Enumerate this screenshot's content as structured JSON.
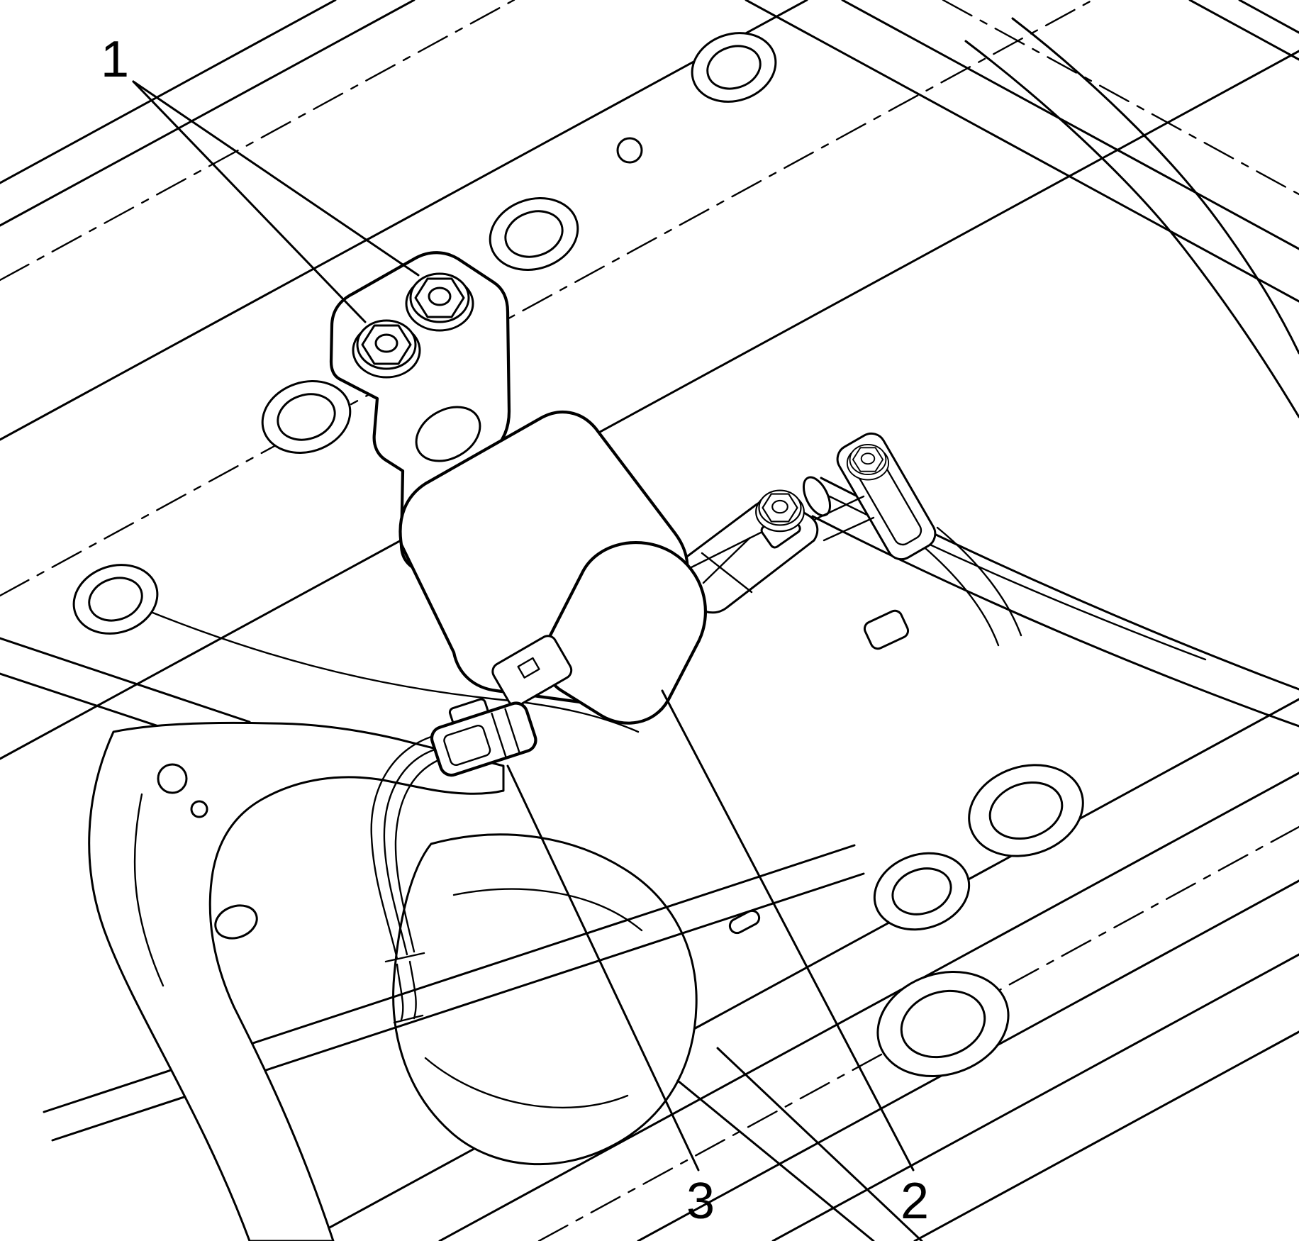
{
  "diagram": {
    "kind": "technical-line-illustration",
    "background_color": "#ffffff",
    "line_color": "#000000"
  },
  "callouts": [
    {
      "label": "1",
      "target": "mounting-nuts"
    },
    {
      "label": "2",
      "target": "sensor"
    },
    {
      "label": "3",
      "target": "harness-connector"
    }
  ]
}
